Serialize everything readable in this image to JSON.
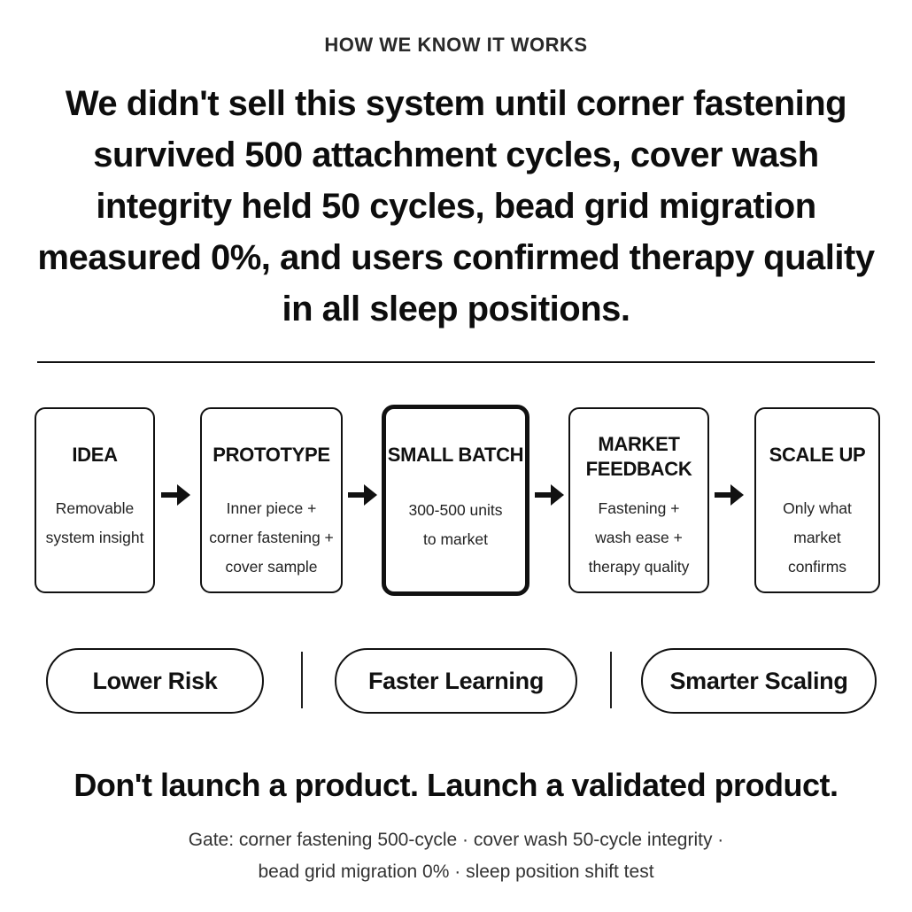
{
  "eyebrow": "HOW WE KNOW IT WORKS",
  "headline": "We didn't sell this system until corner fastening survived 500 attachment cycles, cover wash integrity held 50 cycles, bead grid migration measured 0%, and users confirmed therapy quality in all sleep positions.",
  "steps": [
    {
      "title": "IDEA",
      "desc": "Removable\nsystem insight"
    },
    {
      "title": "PROTOTYPE",
      "desc": "Inner piece +\ncorner fastening +\ncover sample"
    },
    {
      "title": "SMALL BATCH",
      "desc": "300-500 units\nto market"
    },
    {
      "title": "MARKET\nFEEDBACK",
      "desc": "Fastening +\nwash ease +\ntherapy quality"
    },
    {
      "title": "SCALE UP",
      "desc": "Only what\nmarket\nconfirms"
    }
  ],
  "benefits": [
    "Lower Risk",
    "Faster Learning",
    "Smarter Scaling"
  ],
  "tagline": "Don't launch a product. Launch a validated product.",
  "gate_line_1": "Gate: corner fastening 500-cycle · cover wash 50-cycle integrity ·",
  "gate_line_2": "bead grid migration 0% · sleep position shift test",
  "colors": {
    "ink": "#111111",
    "background": "#ffffff",
    "muted_text": "#333333"
  },
  "icons": [
    "arrow-right-icon",
    "arrow-right-icon",
    "arrow-right-icon",
    "arrow-right-icon"
  ]
}
